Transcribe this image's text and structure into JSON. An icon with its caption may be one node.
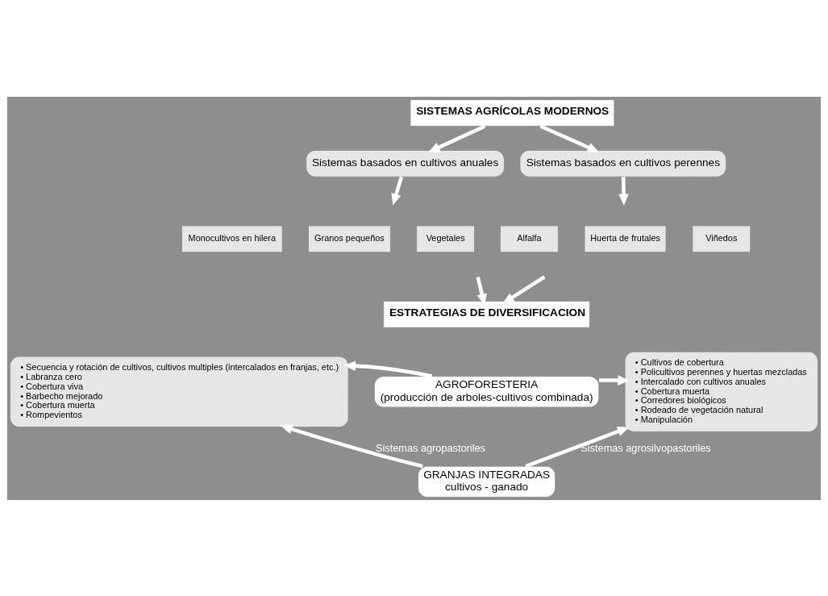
{
  "diagram": {
    "nodes": [
      {
        "text": [
          "SISTEMAS AGRÍCOLAS MODERNOS"
        ]
      },
      {
        "text": [
          "Sistemas basados en cultivos anuales"
        ]
      },
      {
        "text": [
          "Sistemas basados en cultivos perennes"
        ]
      },
      {
        "text": [
          "Monocultivos en hilera"
        ]
      },
      {
        "text": [
          "Granos pequeños"
        ]
      },
      {
        "text": [
          "Vegetales"
        ]
      },
      {
        "text": [
          "Alfalfa"
        ]
      },
      {
        "text": [
          "Huerta de frutales"
        ]
      },
      {
        "text": [
          "Viñedos"
        ]
      },
      {
        "text": [
          "ESTRATEGIAS DE DIVERSIFICACION"
        ]
      },
      {
        "text": [
          "• Secuencia y rotación de cultivos, cultivos multiples (intercalados en franjas, etc.)",
          "• Labranza cero",
          "• Cobertura viva",
          "• Barbecho mejorado",
          "• Cobertura muerta",
          "• Rompevientos"
        ]
      },
      {
        "text": [
          "AGROFORESTERIA",
          "(producción de arboles-cultivos combinada)"
        ]
      },
      {
        "text": [
          "• Cultivos de cobertura",
          "• Policultivos perennes y huertas mezcladas",
          "• Intercalado con cultivos anuales",
          "• Cobertura muerta",
          "• Corredores biológicos",
          "• Rodeado de vegetación natural",
          "• Manipulación"
        ]
      },
      {
        "text": [
          "GRANJAS INTEGRADAS",
          "cultivos - ganado"
        ]
      }
    ],
    "edges": [
      {
        "from": 0,
        "to": 1,
        "arrow": "to"
      },
      {
        "from": 0,
        "to": 2,
        "arrow": "to"
      },
      {
        "from": 1,
        "to": null,
        "arrow": "to"
      },
      {
        "from": 2,
        "to": null,
        "arrow": "to"
      },
      {
        "from": null,
        "to": 9,
        "arrow": "to"
      },
      {
        "from": null,
        "to": 9,
        "arrow": "to"
      },
      {
        "from": 11,
        "to": 10,
        "arrow": "to"
      },
      {
        "from": 11,
        "to": 12,
        "arrow": "to"
      },
      {
        "from": 13,
        "to": 10,
        "arrow": "to",
        "label": "Sistemas agropastoriles"
      },
      {
        "from": 13,
        "to": 12,
        "arrow": "to",
        "label": "Sistemas agrosilvopastoriles"
      }
    ]
  }
}
